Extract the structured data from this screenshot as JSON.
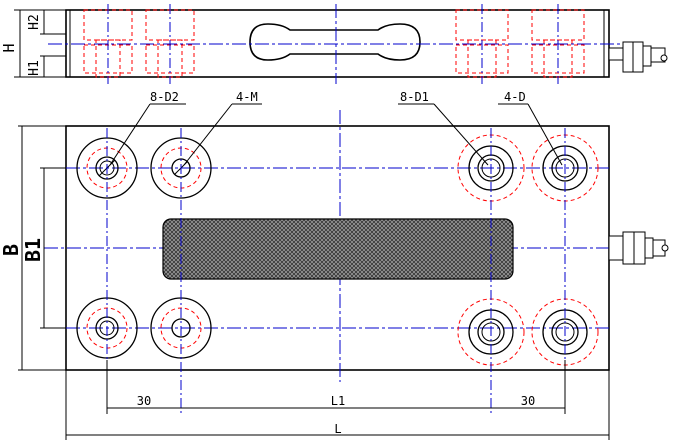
{
  "labels": {
    "h": "H",
    "h2": "H2",
    "h1": "H1",
    "b": "B",
    "b1": "B1",
    "hole_8_d2": "8-D2",
    "hole_4_m": "4-M",
    "hole_8_d1": "8-D1",
    "hole_4_d": "4-D",
    "dim_30_left": "30",
    "dim_l1": "L1",
    "dim_30_right": "30",
    "dim_l": "L"
  },
  "colors": {
    "outline": "#000000",
    "hidden_line": "#ff0000",
    "center_line": "#0000cc",
    "hatch_fill": "#555555"
  }
}
